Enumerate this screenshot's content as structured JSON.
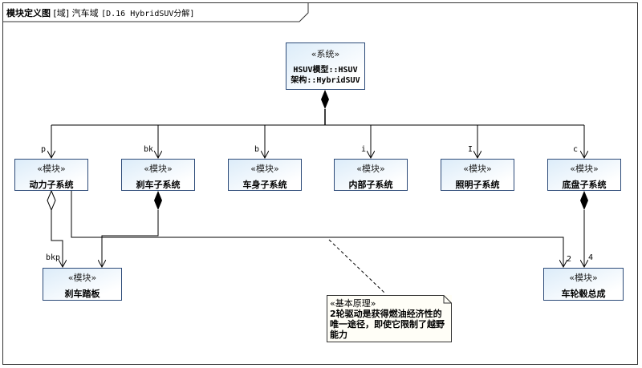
{
  "diagram": {
    "kind": "模块定义图",
    "domain": "[域] 汽车域",
    "name": "[D.16 HybridSUV分解]"
  },
  "system": {
    "stereotype": "«系统»",
    "line1": "HSUV模型::HSUV",
    "line2": "架构::HybridSUV"
  },
  "blocks": [
    {
      "stereotype": "«模块»",
      "name": "动力子系统",
      "role": "p"
    },
    {
      "stereotype": "«模块»",
      "name": "刹车子系统",
      "role": "bk"
    },
    {
      "stereotype": "«模块»",
      "name": "车身子系统",
      "role": "b"
    },
    {
      "stereotype": "«模块»",
      "name": "内部子系统",
      "role": "i"
    },
    {
      "stereotype": "«模块»",
      "name": "照明子系统",
      "role": "I"
    },
    {
      "stereotype": "«模块»",
      "name": "底盘子系统",
      "role": "c"
    }
  ],
  "pedal": {
    "stereotype": "«模块»",
    "name": "刹车踏板",
    "role": "bkp"
  },
  "wheels": {
    "stereotype": "«模块»",
    "name": "车轮毂总成",
    "mult_left": "2",
    "mult_right": "4"
  },
  "note": {
    "stereotype": "«基本原理»",
    "text": "2轮驱动是获得燃油经济性的唯一途径，即使它限制了越野能力"
  }
}
